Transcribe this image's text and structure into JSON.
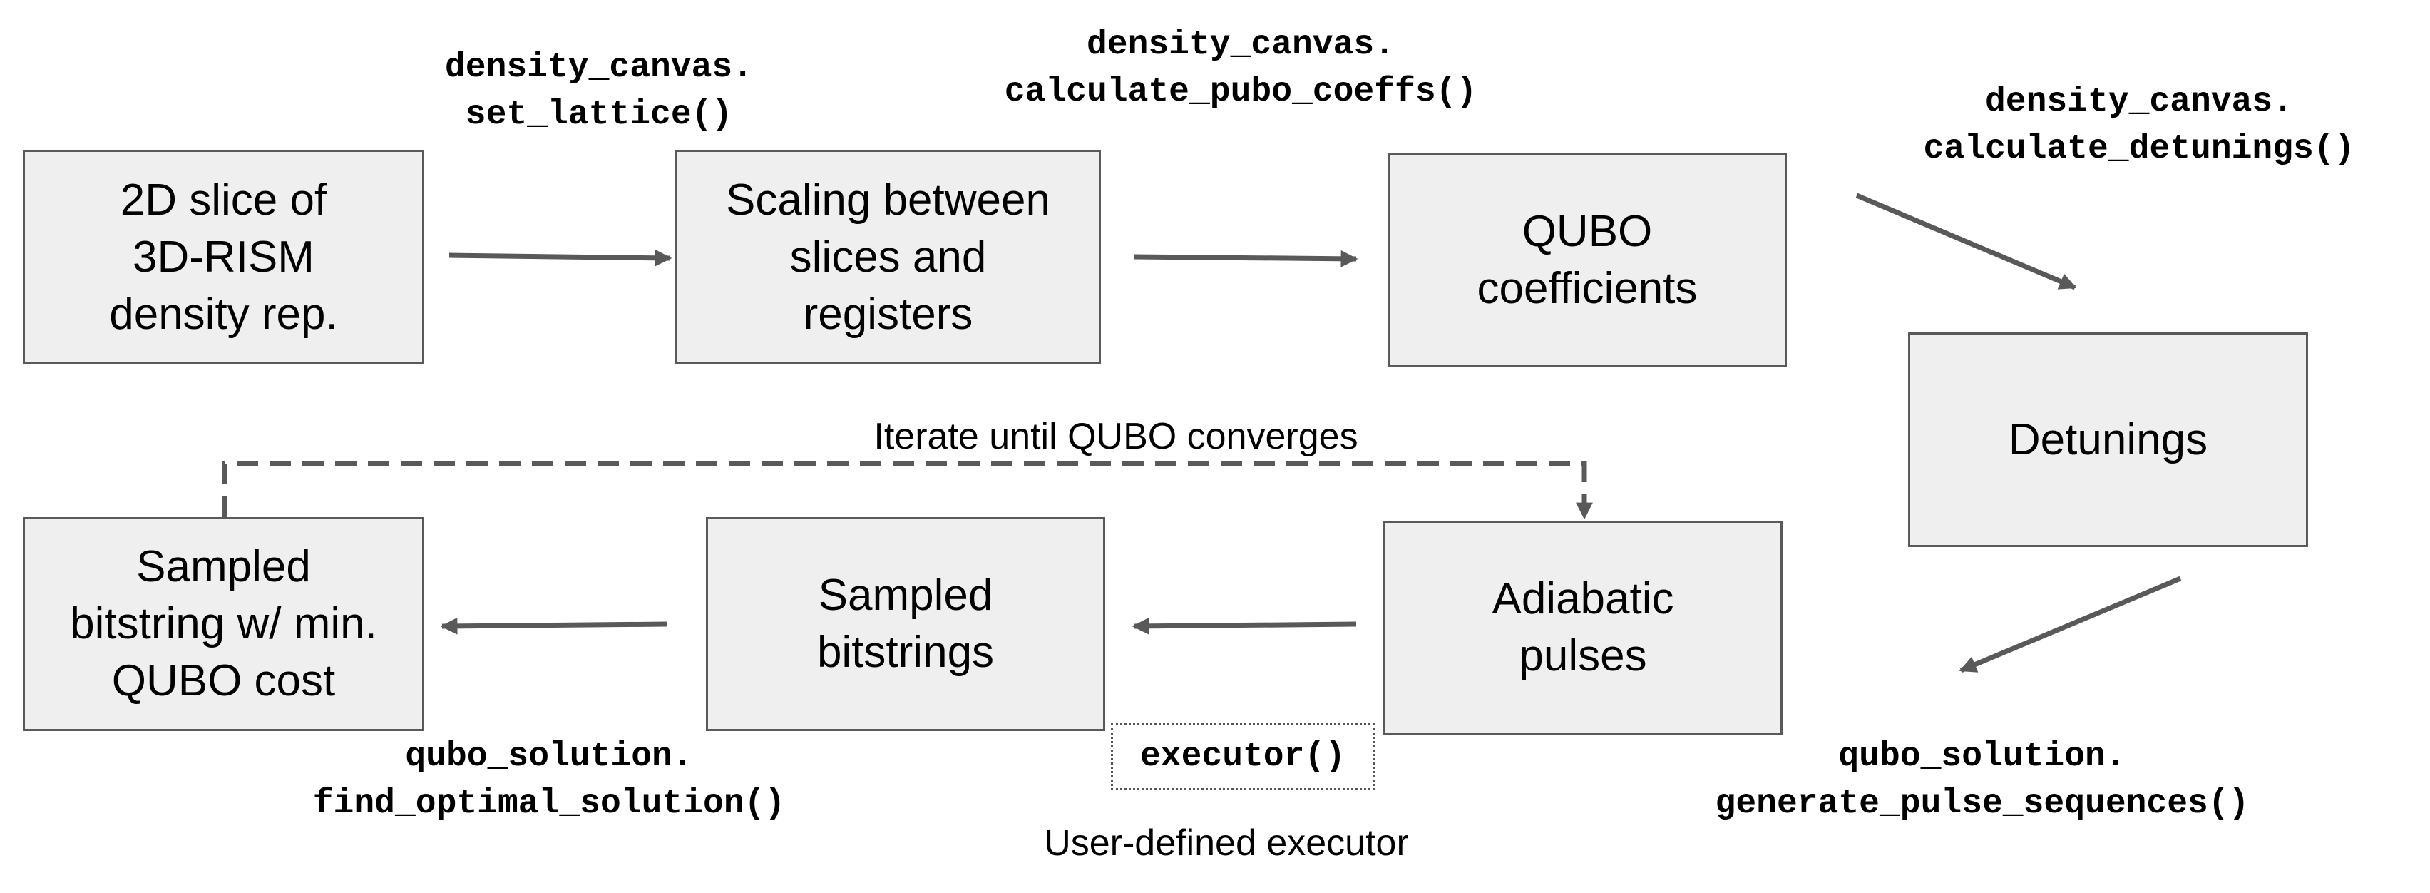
{
  "boxes": {
    "density_slice": "2D slice of\n3D-RISM\ndensity rep.",
    "scaling": "Scaling between\nslices and\nregisters",
    "qubo_coeffs": "QUBO\ncoefficients",
    "detunings": "Detunings",
    "adiabatic": "Adiabatic\npulses",
    "sampled": "Sampled\nbitstrings",
    "min_cost": "Sampled\nbitstring w/ min.\nQUBO cost"
  },
  "methods": {
    "set_lattice": "density_canvas.\nset_lattice()",
    "pubo": "density_canvas.\ncalculate_pubo_coeffs()",
    "detunings": "density_canvas.\ncalculate_detunings()",
    "pulses": "qubo_solution.\ngenerate_pulse_sequences()",
    "optimal": "qubo_solution.\nfind_optimal_solution()",
    "executor": "executor()"
  },
  "labels": {
    "iterate": "Iterate until QUBO converges",
    "user_defined": "User-defined executor"
  },
  "colors": {
    "box_fill": "#efefef",
    "box_border": "#595959",
    "arrow": "#595959"
  }
}
